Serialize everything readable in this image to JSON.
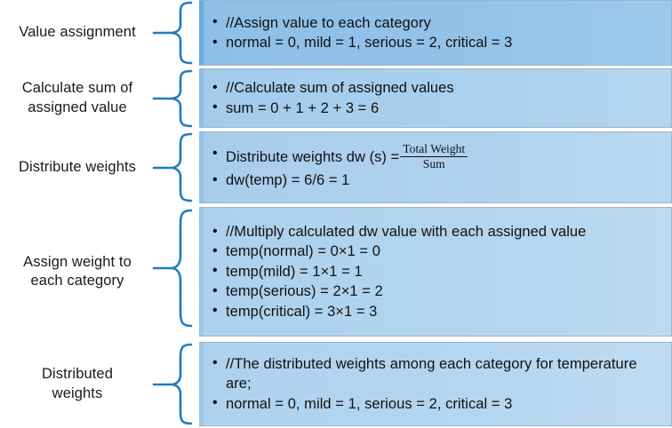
{
  "accent_color": "#1f7cc0",
  "text_color": "#111111",
  "rows": [
    {
      "label": "Value assignment",
      "tone": "tone-1",
      "bullets": [
        "//Assign value to each category",
        "normal = 0, mild = 1, serious = 2, critical = 3"
      ]
    },
    {
      "label": "Calculate sum of assigned value",
      "label_lines": [
        "Calculate sum of",
        "assigned value"
      ],
      "tone": "tone-2",
      "bullets": [
        "//Calculate sum of assigned values",
        "sum = 0 + 1 + 2 + 3 = 6"
      ]
    },
    {
      "label": "Distribute weights",
      "tone": "tone-3",
      "formula": {
        "lead": "Distribute weights dw (s) =",
        "numerator": "Total Weight",
        "denominator": "Sum"
      },
      "bullets": [
        "dw(temp) = 6/6 = 1"
      ]
    },
    {
      "label": "Assign weight to each category",
      "label_lines": [
        "Assign weight to",
        "each category"
      ],
      "tone": "tone-4",
      "bullets": [
        "//Multiply calculated dw value with each assigned value",
        "temp(normal) = 0×1 = 0",
        "temp(mild) = 1×1 = 1",
        "temp(serious) = 2×1 = 2",
        "temp(critical) = 3×1 = 3"
      ]
    },
    {
      "label": "Distributed weights",
      "label_lines": [
        "Distributed",
        "weights"
      ],
      "tone": "tone-5",
      "bullets": [
        "//The distributed weights among each category for temperature are;",
        "normal = 0, mild = 1, serious = 2, critical = 3"
      ]
    }
  ]
}
